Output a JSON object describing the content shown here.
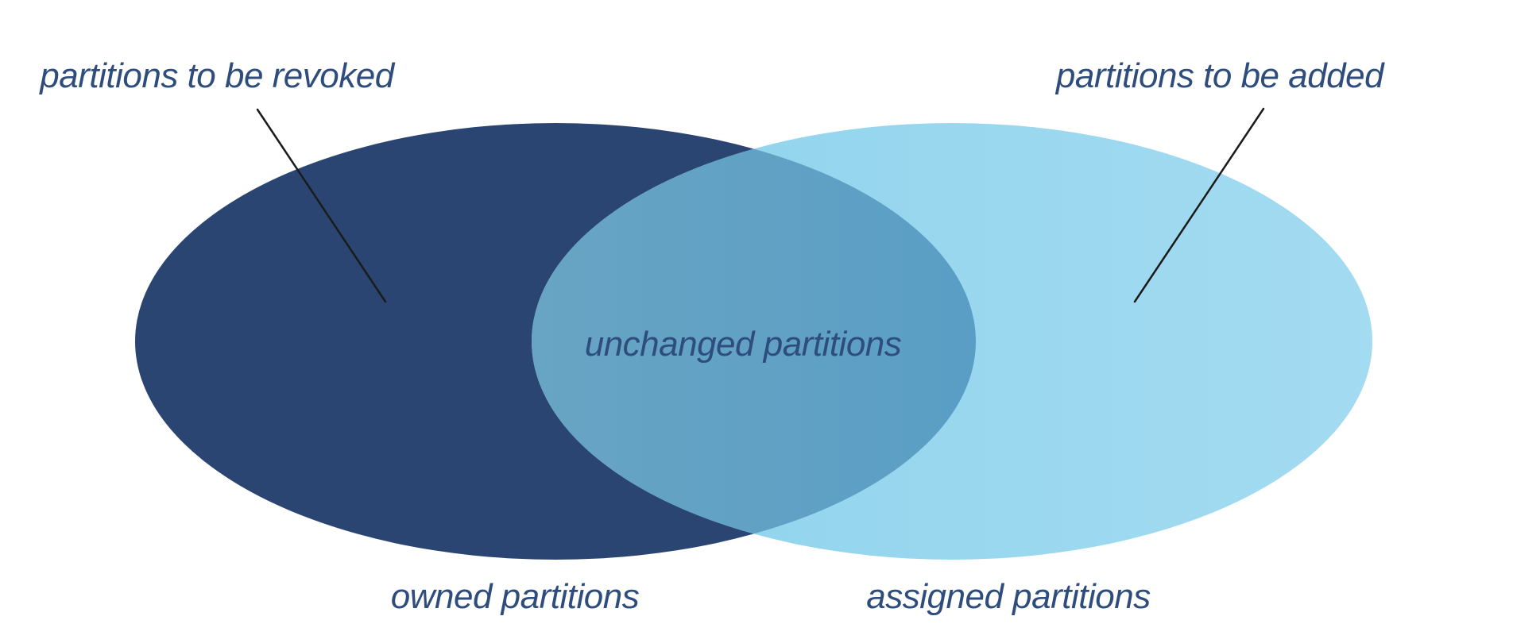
{
  "diagram": {
    "type": "venn",
    "annotations": {
      "revoked": "partitions to be revoked",
      "added": "partitions to be added",
      "intersection": "unchanged partitions",
      "owned": "owned partitions",
      "assigned": "assigned partitions"
    },
    "sets": [
      {
        "name": "owned partitions",
        "role": "left-ellipse"
      },
      {
        "name": "assigned partitions",
        "role": "right-ellipse"
      },
      {
        "name": "unchanged partitions",
        "role": "intersection"
      }
    ],
    "colors": {
      "background": "#FFFFFF",
      "owned_fill": "#2B4572",
      "assigned_fill_start": "#8ED3EC",
      "assigned_fill_end": "#A3DBF1",
      "intersection_fill_start": "#68A4C4",
      "intersection_fill_end": "#4E99C6",
      "label_text": "#2E4C7C",
      "pointer_line": "#1B1B1B"
    }
  }
}
